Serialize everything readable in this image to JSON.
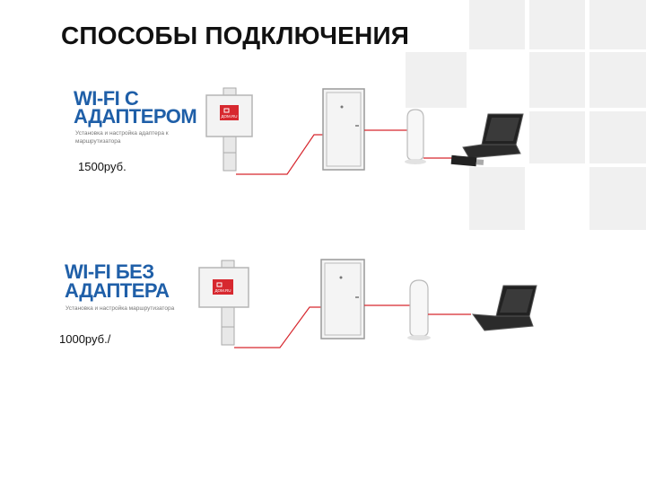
{
  "slide": {
    "title": "СПОСОБЫ ПОДКЛЮЧЕНИЯ",
    "background_color": "#ffffff",
    "decor_color": "#f0f0f0",
    "accent_color": "#d7282f",
    "heading_color": "#1f5fa8"
  },
  "sections": [
    {
      "heading_line1": "WI-FI С",
      "heading_line2": "АДАПТЕРОМ",
      "subtitle_line1": "Установка и настройка адаптера к",
      "subtitle_line2": "маршрутизатора",
      "price": "1500руб.",
      "antenna_logo": "ДОМ.RU",
      "devices": [
        "antenna",
        "building-door",
        "router",
        "laptop",
        "usb-adapter"
      ]
    },
    {
      "heading_line1": "WI-FI БЕЗ",
      "heading_line2": "АДАПТЕРА",
      "subtitle_line1": "Установка и настройка маршрутизатора",
      "price": "1000руб./",
      "antenna_logo": "ДОМ.RU",
      "devices": [
        "antenna",
        "building-door",
        "router",
        "laptop"
      ]
    }
  ]
}
